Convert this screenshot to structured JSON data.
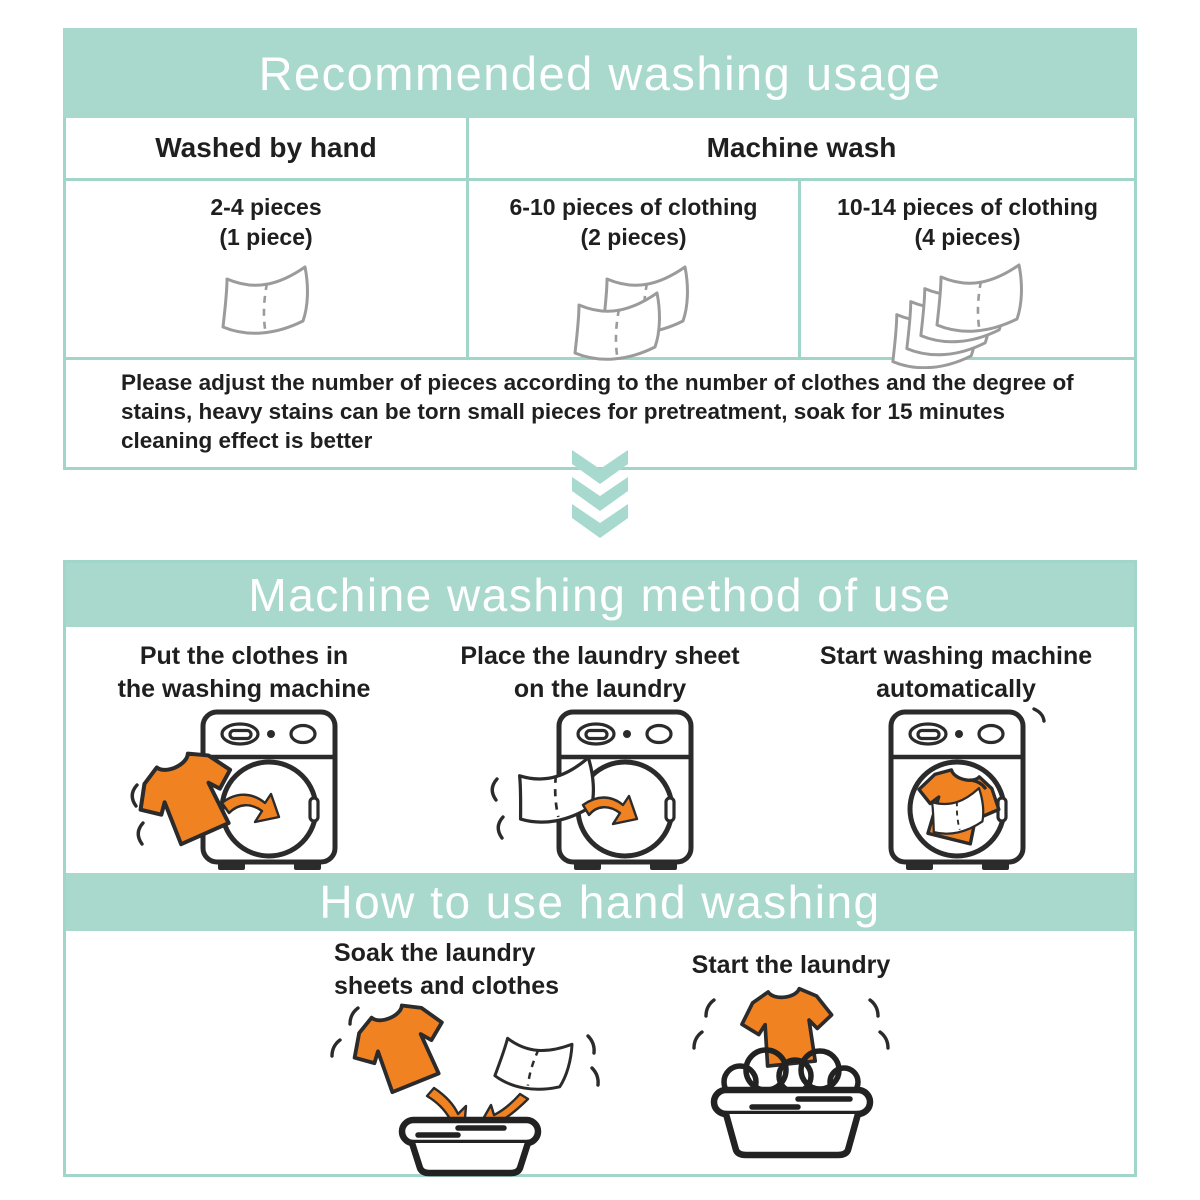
{
  "colors": {
    "teal_banner": "#a9d8cd",
    "teal_border": "#a2d5ca",
    "accent_orange": "#f08222",
    "ink": "#2b2b2b",
    "sheet_gray": "#9b9b9b",
    "banner_text": "#ffffff"
  },
  "usage": {
    "title": "Recommended washing usage",
    "hand_header": "Washed by hand",
    "machine_header": "Machine wash",
    "cells": [
      {
        "line1": "2-4 pieces",
        "line2": "(1 piece)",
        "icon": "laundry-sheet-icon",
        "sheet_icon_count": 1
      },
      {
        "line1": "6-10 pieces of clothing",
        "line2": "(2 pieces)",
        "icon": "laundry-sheets-icon",
        "sheet_icon_count": 2
      },
      {
        "line1": "10-14 pieces of clothing",
        "line2": "(4 pieces)",
        "icon": "laundry-sheets-icon",
        "sheet_icon_count": 4
      }
    ],
    "note": "Please adjust the number of pieces according to the number of clothes and the degree of stains, heavy stains can be torn small pieces for pretreatment, soak for 15 minutes cleaning effect is better"
  },
  "divider": {
    "icon": "chevron-down-icon",
    "chevron_count": 3
  },
  "machine": {
    "title": "Machine washing method of use",
    "steps": [
      {
        "caption": "Put the clothes in\nthe washing machine",
        "icon": "washing-machine-load-clothes-icon"
      },
      {
        "caption": "Place the laundry sheet\non the laundry",
        "icon": "washing-machine-add-sheet-icon"
      },
      {
        "caption": "Start washing machine\nautomatically",
        "icon": "washing-machine-running-icon"
      }
    ]
  },
  "hand": {
    "title": "How to use hand washing",
    "steps": [
      {
        "caption": "Soak the laundry\nsheets and clothes",
        "icon": "basin-soak-icon"
      },
      {
        "caption": "Start the laundry",
        "icon": "basin-washing-icon"
      }
    ]
  }
}
